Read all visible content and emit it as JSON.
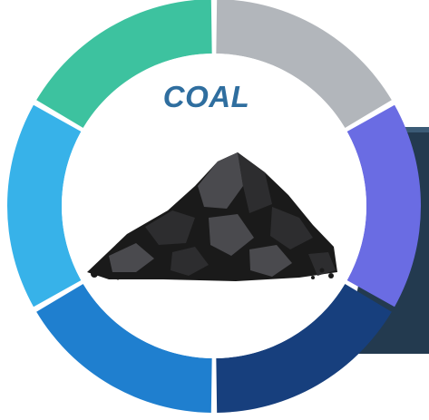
{
  "title": "COAL",
  "colors": {
    "title": "#2f6e9f",
    "panel": "#233a4f",
    "panel_edge": "#3b5b76",
    "coal_dark": "#1a1a1a",
    "coal_mid": "#2d2d2f",
    "coal_light": "#4a4a4e"
  },
  "ring_segments": [
    {
      "name": "segment-top-right",
      "color": "#b2b6bb"
    },
    {
      "name": "segment-right",
      "color": "#6a6ce3"
    },
    {
      "name": "segment-bottom-right",
      "color": "#173f7d"
    },
    {
      "name": "segment-bottom-left",
      "color": "#1f7fcf"
    },
    {
      "name": "segment-left",
      "color": "#37b2e9"
    },
    {
      "name": "segment-top-left",
      "color": "#3dc29f"
    }
  ],
  "center_icon": "coal-pile-icon"
}
